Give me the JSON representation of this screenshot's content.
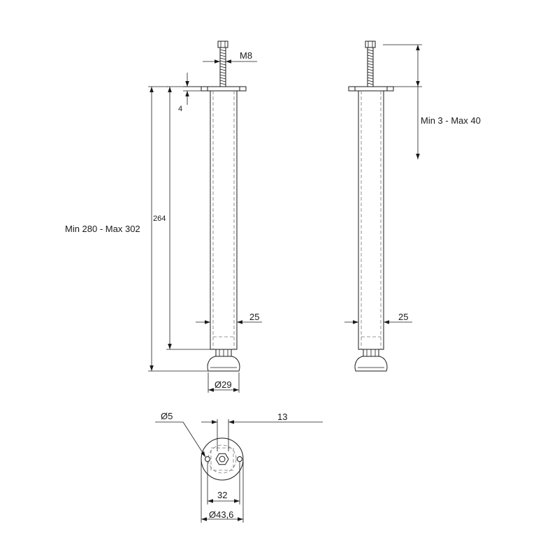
{
  "dimensions": {
    "bolt_thread": "M8",
    "plate_thickness": "4",
    "tube_length": "264",
    "total_height": "Min 280 - Max 302",
    "bolt_adjust": "Min 3 - Max 40",
    "tube_diameter_left": "25",
    "tube_diameter_right": "25",
    "foot_diameter": "Ø29",
    "hole_diameter": "Ø5",
    "hole_offset": "13",
    "hole_spacing": "32",
    "plate_diameter": "Ø43,6"
  }
}
